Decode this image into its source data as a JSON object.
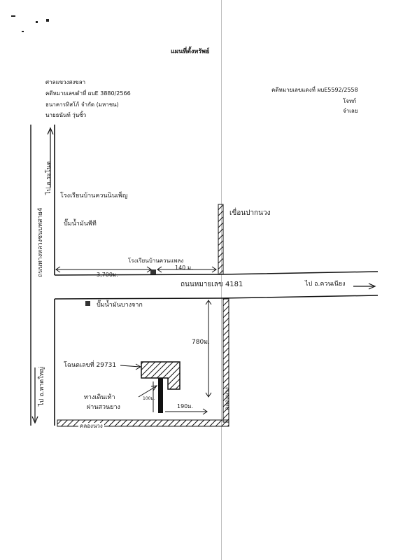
{
  "document": {
    "title": "แผนที่ตั้งทรัพย์",
    "left_header": {
      "court": "ศาลแขวงสงขลา",
      "black_case": "คดีหมายเลขดำที่ ผบE 3880/2566",
      "plaintiff": "ธนาคารทิสโก้ จำกัด (มหาชน)",
      "defendant": "นายธนันท์ วุ่นซิ้ว"
    },
    "right_header": {
      "red_case": "คดีหมายเลขแดงที่ ผบE5592/2558",
      "plaintiff_role": "โจทก์",
      "defendant_role": "จำเลย"
    }
  },
  "map": {
    "labels": {
      "left_road": "ถนนทางหลวงชนบทสาย4",
      "to_ranot": "ไป อ.ระโนด",
      "to_hatyai": "ไป อ.หาดใหญ่",
      "school_top": "โรงเรียนบ้านควนนินเพ็ญ",
      "gas_station_top": "ปั๊มน้ำมันพีที",
      "dam": "เขื่อนปากนวง",
      "school_mid": "โรงเรียนบ้านควนแพลง",
      "dist_140": "140 ม.",
      "dist_3700": "3,700ม.",
      "main_road": "ถนนหมายเลข 4181",
      "to_khuan_niang": "ไป อ.ควนเนียง",
      "gas_station_bottom": "ปั๊มน้ำมันบางจาก",
      "dist_780": "780ม.",
      "deed": "โฉนดเลขที่ 29731",
      "path_label_1": "ทางเดินเท้า",
      "path_label_2": "ผ่านสวนยาง",
      "dist_100": "100ม.",
      "dist_190": "190ม.",
      "canal_bottom": "คลองนวง",
      "canal_right": "คลองนวง"
    }
  }
}
